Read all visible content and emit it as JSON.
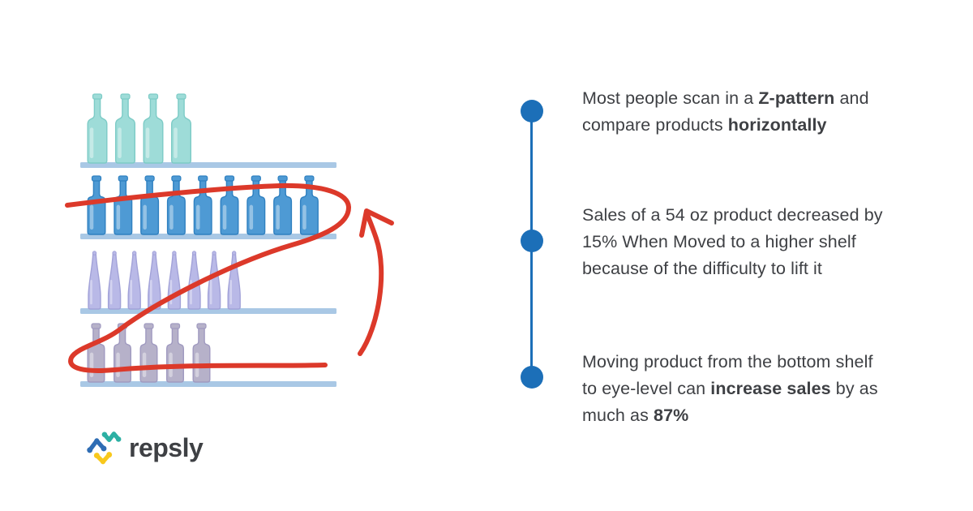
{
  "colors": {
    "accent_blue": "#1c6fb8",
    "annotation_red": "#dc392a",
    "text_dark": "#3e4044",
    "shelf_blue": "#a9c8e5",
    "logo_blue": "#2f6db4",
    "logo_teal": "#2cb0a3",
    "logo_yellow": "#f8c81c"
  },
  "illustration": {
    "shelves": [
      {
        "name": "top-shelf",
        "bottle_count": 4,
        "bottle_color": "#9edcd8",
        "bottle_outline": "#7dcbc6"
      },
      {
        "name": "eye-level-shelf",
        "bottle_count": 9,
        "bottle_color": "#4e9ad4",
        "bottle_outline": "#2f80c0"
      },
      {
        "name": "middle-shelf",
        "bottle_count": 8,
        "bottle_color": "#b9b9e7",
        "bottle_outline": "#a2a2d8"
      },
      {
        "name": "bottom-shelf",
        "bottle_count": 5,
        "bottle_color": "#b6b1c9",
        "bottle_outline": "#a09ac0"
      }
    ]
  },
  "timeline": {
    "items": [
      {
        "lines": [
          [
            {
              "t": "Most people scan in a ",
              "b": false
            },
            {
              "t": "Z-pattern",
              "b": true
            },
            {
              "t": " and",
              "b": false
            }
          ],
          [
            {
              "t": "compare products ",
              "b": false
            },
            {
              "t": "horizontally",
              "b": true
            }
          ]
        ]
      },
      {
        "lines": [
          [
            {
              "t": "Sales of a 54 oz product decreased by",
              "b": false
            }
          ],
          [
            {
              "t": "15% When Moved to a higher shelf",
              "b": false
            }
          ],
          [
            {
              "t": "because of the difficulty to lift it",
              "b": false
            }
          ]
        ]
      },
      {
        "lines": [
          [
            {
              "t": "Moving product from the bottom shelf",
              "b": false
            }
          ],
          [
            {
              "t": "to eye-level can ",
              "b": false
            },
            {
              "t": "increase sales",
              "b": true
            },
            {
              "t": " by as",
              "b": false
            }
          ],
          [
            {
              "t": "much as ",
              "b": false
            },
            {
              "t": "87%",
              "b": true
            }
          ]
        ]
      }
    ]
  },
  "brand": {
    "name": "repsly"
  }
}
